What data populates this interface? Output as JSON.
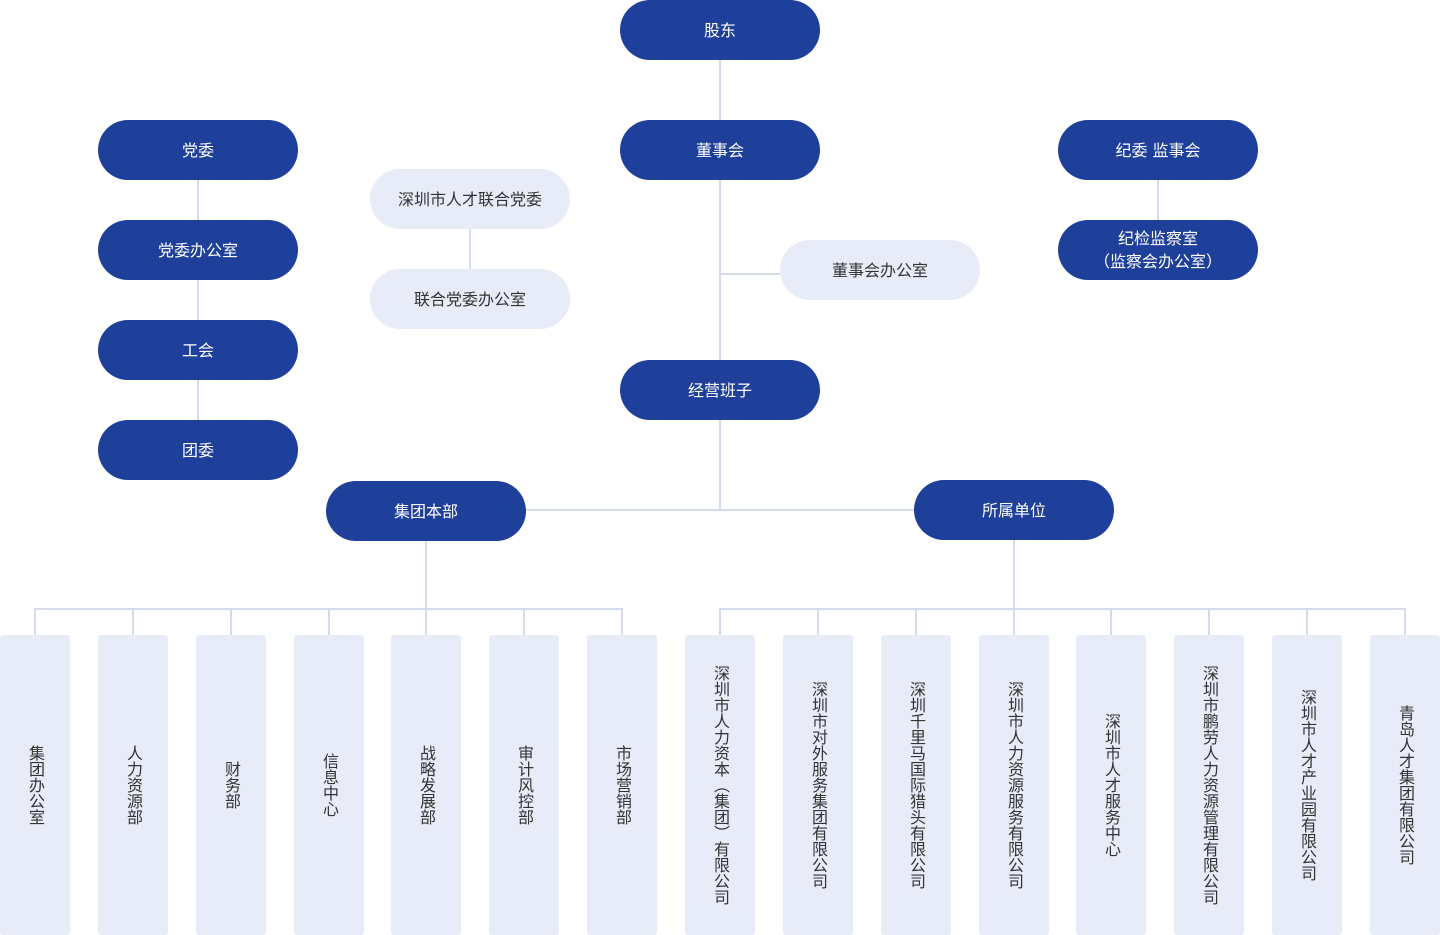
{
  "top": {
    "shareholders": "股东",
    "board": "董事会",
    "board_office": "董事会办公室",
    "management": "经营班子"
  },
  "party": {
    "committee": "党委",
    "committee_office": "党委办公室",
    "union": "工会",
    "youth_league": "团委"
  },
  "joint_party": {
    "committee": "深圳市人才联合党委",
    "office": "联合党委办公室"
  },
  "discipline": {
    "committee": "纪委  监事会",
    "office": "纪检监察室\n（监察会办公室）"
  },
  "branches": {
    "headquarters": "集团本部",
    "subsidiaries": "所属单位"
  },
  "headquarters_departments": [
    "集团办公室",
    "人力资源部",
    "财务部",
    "信息中心",
    "战略发展部",
    "审计风控部",
    "市场营销部"
  ],
  "subsidiary_units": [
    "深圳市人力资本（集团）有限公司",
    "深圳市对外服务集团有限公司",
    "深圳千里马国际猎头有限公司",
    "深圳市人力资源服务有限公司",
    "深圳市人才服务中心",
    "深圳市鹏劳人力资源管理有限公司",
    "深圳市人才产业园有限公司",
    "青岛人才集团有限公司"
  ],
  "colors": {
    "dark_node": "#1e3f9a",
    "light_node": "#e8ecf8",
    "connector": "#d5dbea"
  }
}
